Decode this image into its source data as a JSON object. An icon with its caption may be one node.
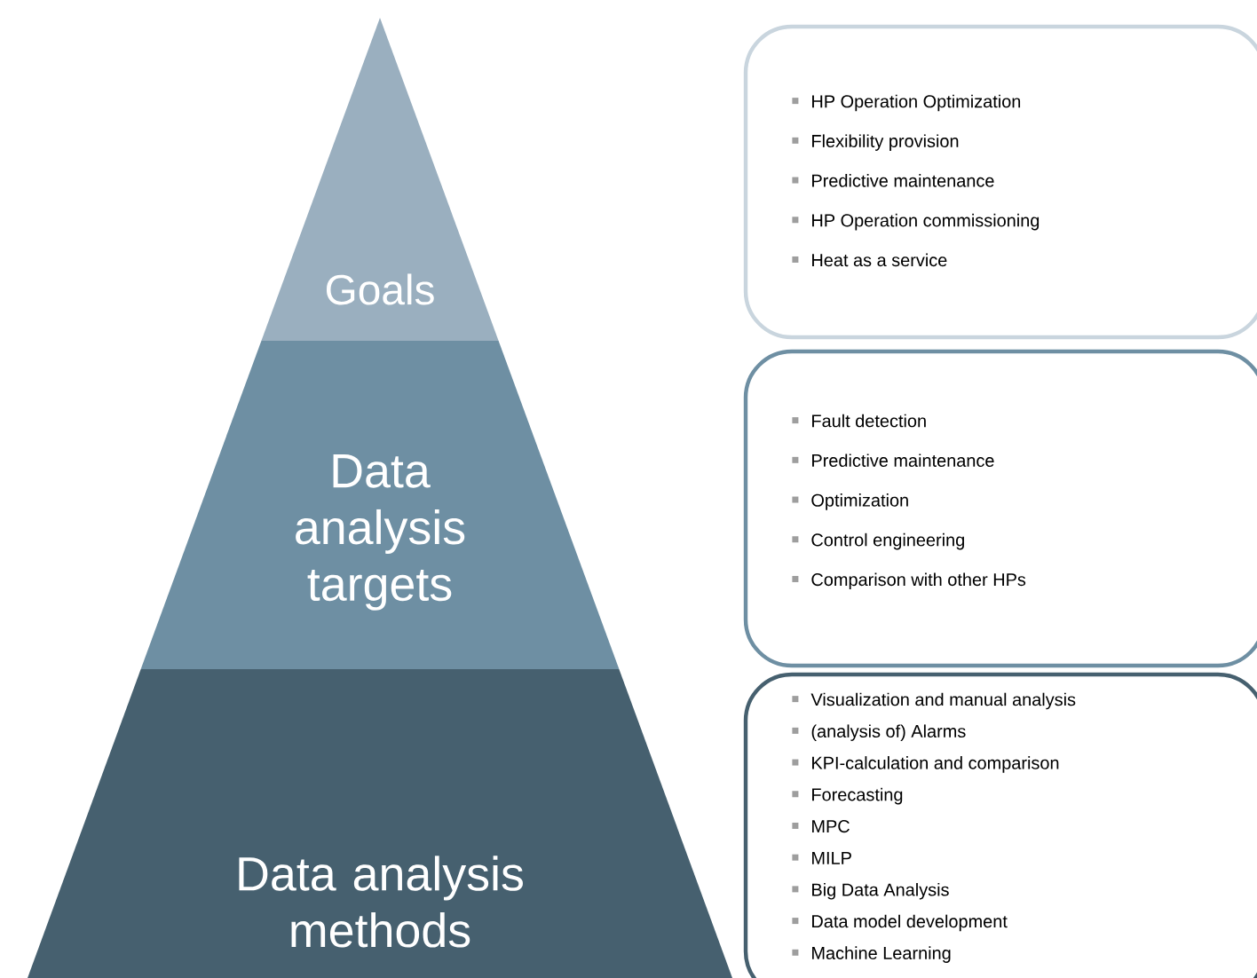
{
  "diagram": {
    "nodes": [
      {
        "text": [
          "Goals"
        ]
      },
      {
        "text": [
          "Data analysis targets"
        ]
      },
      {
        "text": [
          "Data analysis methods"
        ]
      },
      {
        "text": [
          "HP Operation Optimization",
          "Flexibility provision",
          "Predictive maintenance",
          "HP Operation commissioning",
          "Heat as a service"
        ]
      },
      {
        "text": [
          "Fault detection",
          "Predictive maintenance",
          "Optimization",
          "Control engineering",
          "Comparison with other HPs"
        ]
      },
      {
        "text": [
          "Visualization and manual analysis",
          "(analysis of) Alarms",
          "KPI-calculation and comparison",
          "Forecasting",
          "MPC",
          "MILP",
          "Big Data Analysis",
          "Data model development",
          "Machine Learning"
        ]
      }
    ]
  }
}
